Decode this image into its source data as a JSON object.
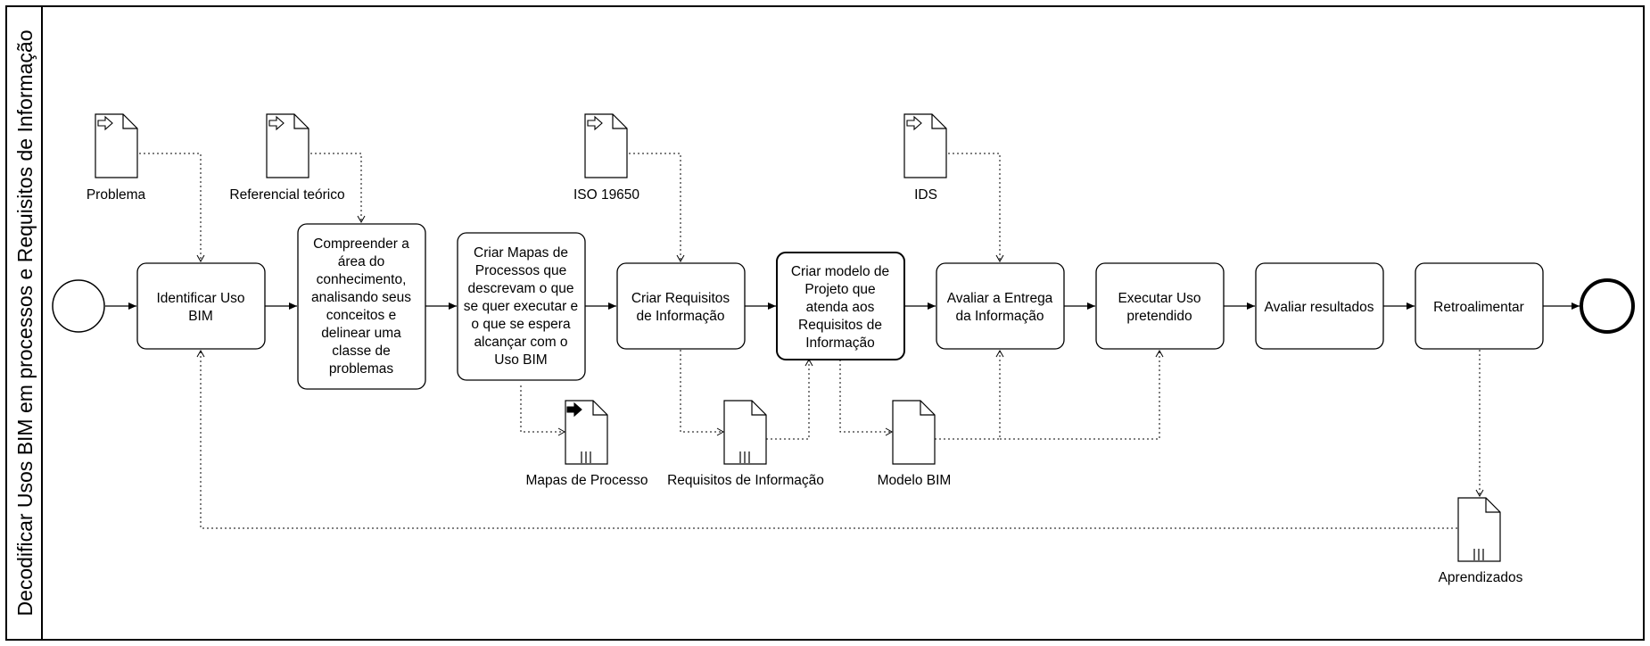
{
  "pool": {
    "title": "Decodificar Usos BIM em processos e Requisitos de Informação"
  },
  "tasks": [
    {
      "id": "t1",
      "lines": [
        "Identificar Uso",
        "BIM"
      ]
    },
    {
      "id": "t2",
      "lines": [
        "Compreender a",
        "área do",
        "conhecimento,",
        "analisando seus",
        "conceitos e",
        "delinear uma",
        "classe de",
        "problemas"
      ]
    },
    {
      "id": "t3",
      "lines": [
        "Criar Mapas de",
        "Processos que",
        "descrevam o que",
        "se quer executar e",
        "o que se espera",
        "alcançar com o",
        "Uso BIM"
      ]
    },
    {
      "id": "t4",
      "lines": [
        "Criar Requisitos",
        "de Informação"
      ]
    },
    {
      "id": "t5",
      "lines": [
        "Criar modelo de",
        "Projeto que",
        "atenda aos",
        "Requisitos de",
        "Informação"
      ]
    },
    {
      "id": "t6",
      "lines": [
        "Avaliar a Entrega",
        "da Informação"
      ]
    },
    {
      "id": "t7",
      "lines": [
        "Executar Uso",
        "pretendido"
      ]
    },
    {
      "id": "t8",
      "lines": [
        "Avaliar resultados"
      ]
    },
    {
      "id": "t9",
      "lines": [
        "Retroalimentar"
      ]
    }
  ],
  "inputs": [
    {
      "id": "in1",
      "label": "Problema"
    },
    {
      "id": "in2",
      "label": "Referencial teórico"
    },
    {
      "id": "in3",
      "label": "ISO 19650"
    },
    {
      "id": "in4",
      "label": "IDS"
    }
  ],
  "outputs": [
    {
      "id": "out1",
      "label": "Mapas de Processo"
    },
    {
      "id": "out2",
      "label": "Requisitos de Informação"
    },
    {
      "id": "out3",
      "label": "Modelo BIM"
    },
    {
      "id": "out4",
      "label": "Aprendizados"
    }
  ]
}
